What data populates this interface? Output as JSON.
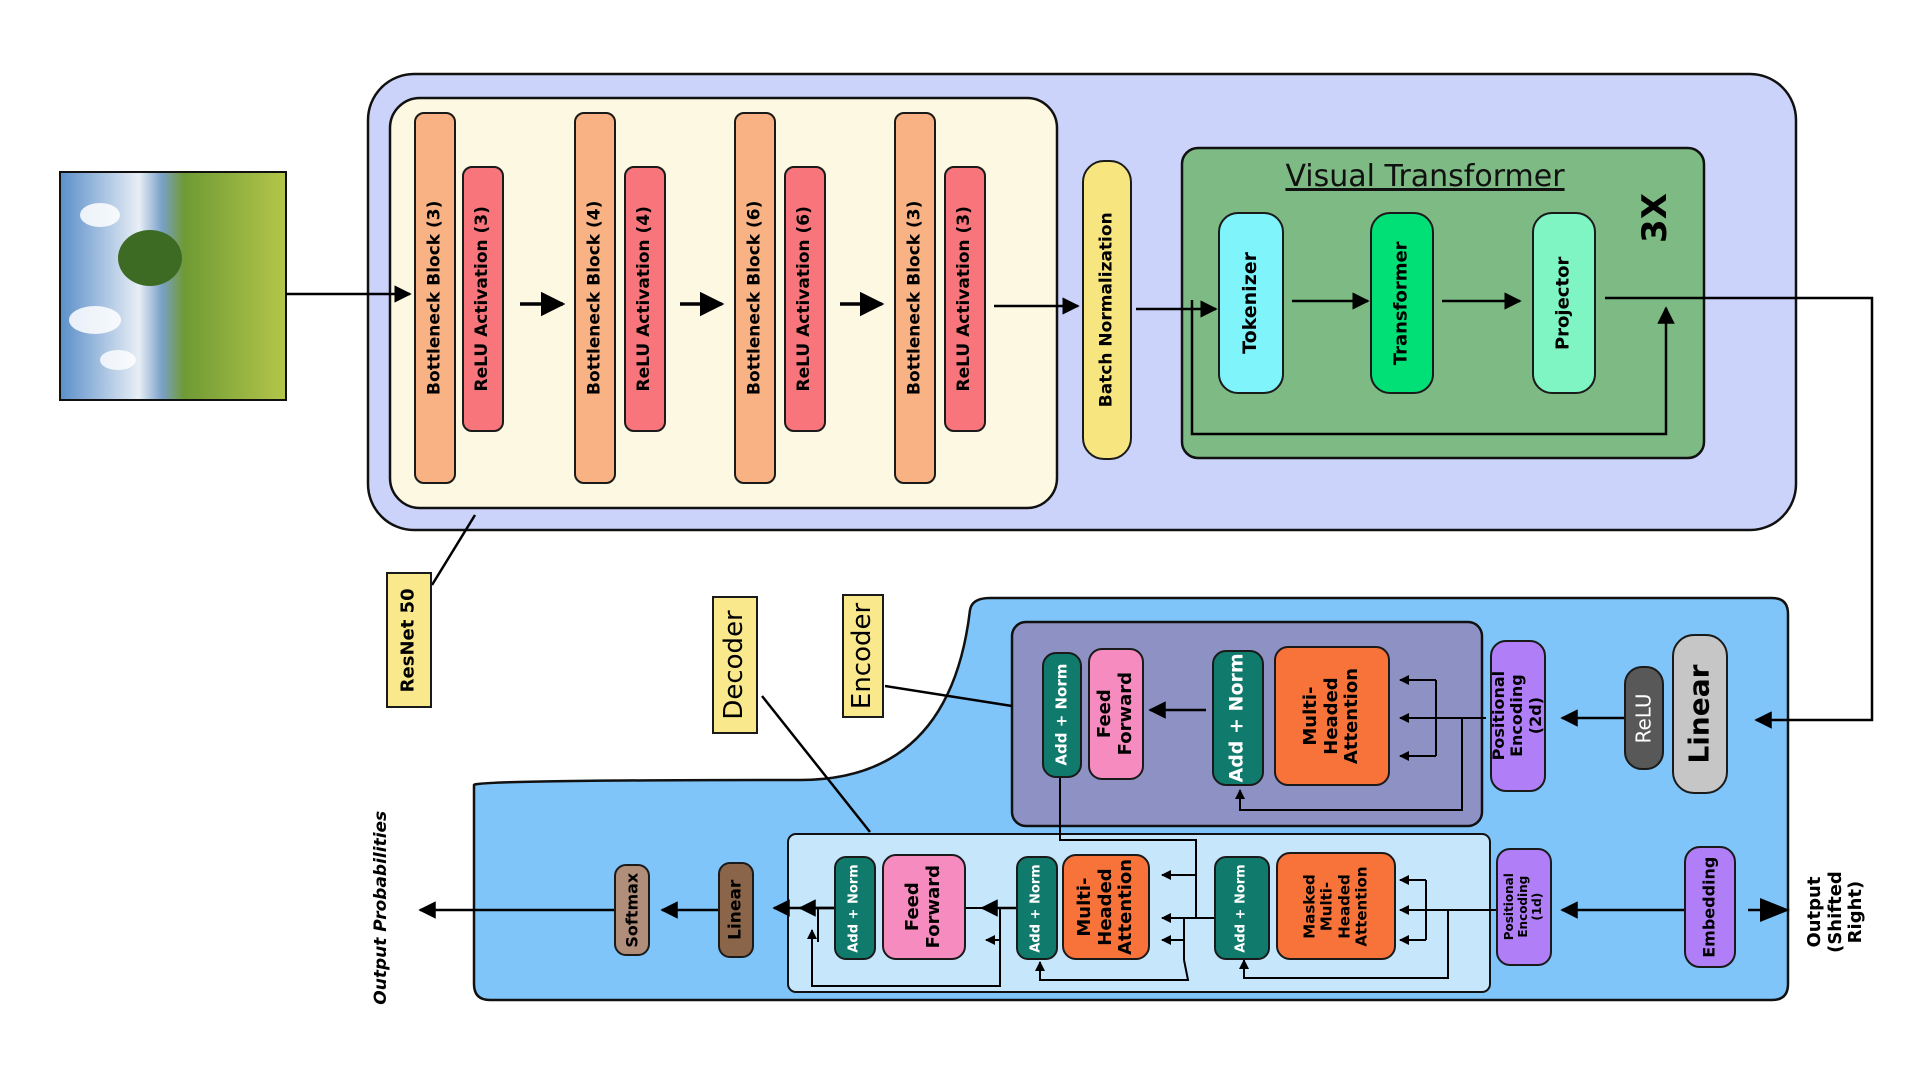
{
  "colors": {
    "resnet_outer_bg": "#cbd3fb",
    "resnet_inner_bg": "#fdf8e2",
    "bottleneck": "#f9b283",
    "relu_activation": "#f7757b",
    "batch_norm": "#f7e680",
    "vt_bg": "#7dba84",
    "tokenizer": "#7ff5fb",
    "transformer": "#00e076",
    "projector": "#7ff5c4",
    "lower_bg": "#7fc5fa",
    "encoder_bg": "#8e91c4",
    "decoder_bg": "#c5e6fb",
    "add_norm": "#107a6c",
    "feed_forward": "#f58bbf",
    "attention": "#f8733a",
    "positional": "#b07ef7",
    "relu_small": "#585858",
    "linear_big": "#c6c6c6",
    "linear_small": "#8b654a",
    "softmax": "#b08e7a",
    "tag_yellow": "#fae88c"
  },
  "icons": {
    "input_image": "landscape-photo-with-tree"
  },
  "resnet": {
    "label": "ResNet 50",
    "stages": [
      {
        "block": "Bottleneck Block (3)",
        "relu": "ReLU Activation (3)"
      },
      {
        "block": "Bottleneck Block (4)",
        "relu": "ReLU Activation (4)"
      },
      {
        "block": "Bottleneck Block (6)",
        "relu": "ReLU Activation (6)"
      },
      {
        "block": "Bottleneck Block (3)",
        "relu": "ReLU Activation (3)"
      }
    ],
    "batch_norm": "Batch Normalization"
  },
  "visual_transformer": {
    "title": "Visual Transformer",
    "repeat": "3X",
    "tokenizer": "Tokenizer",
    "transformer": "Transformer",
    "projector": "Projector"
  },
  "encoder": {
    "tag": "Encoder",
    "add_norm_1": "Add + Norm",
    "feed_forward": "Feed Forward",
    "add_norm_2": "Add + Norm",
    "attention": "Multi-Headed Attention",
    "positional": "Positional Encoding (2d)",
    "relu": "ReLU",
    "linear": "Linear"
  },
  "decoder": {
    "tag": "Decoder",
    "add_norm_1": "Add + Norm",
    "feed_forward": "Feed Forward",
    "add_norm_2": "Add + Norm",
    "attention": "Multi-Headed Attention",
    "add_norm_3": "Add + Norm",
    "masked_attention": "Masked Multi-Headed Attention",
    "positional": "Positional Encoding (1d)",
    "embedding": "Embedding",
    "linear": "Linear",
    "softmax": "Softmax"
  },
  "io": {
    "output_probabilities": "Output Probabilities",
    "output_shifted": "Output (Shifted Right)"
  }
}
